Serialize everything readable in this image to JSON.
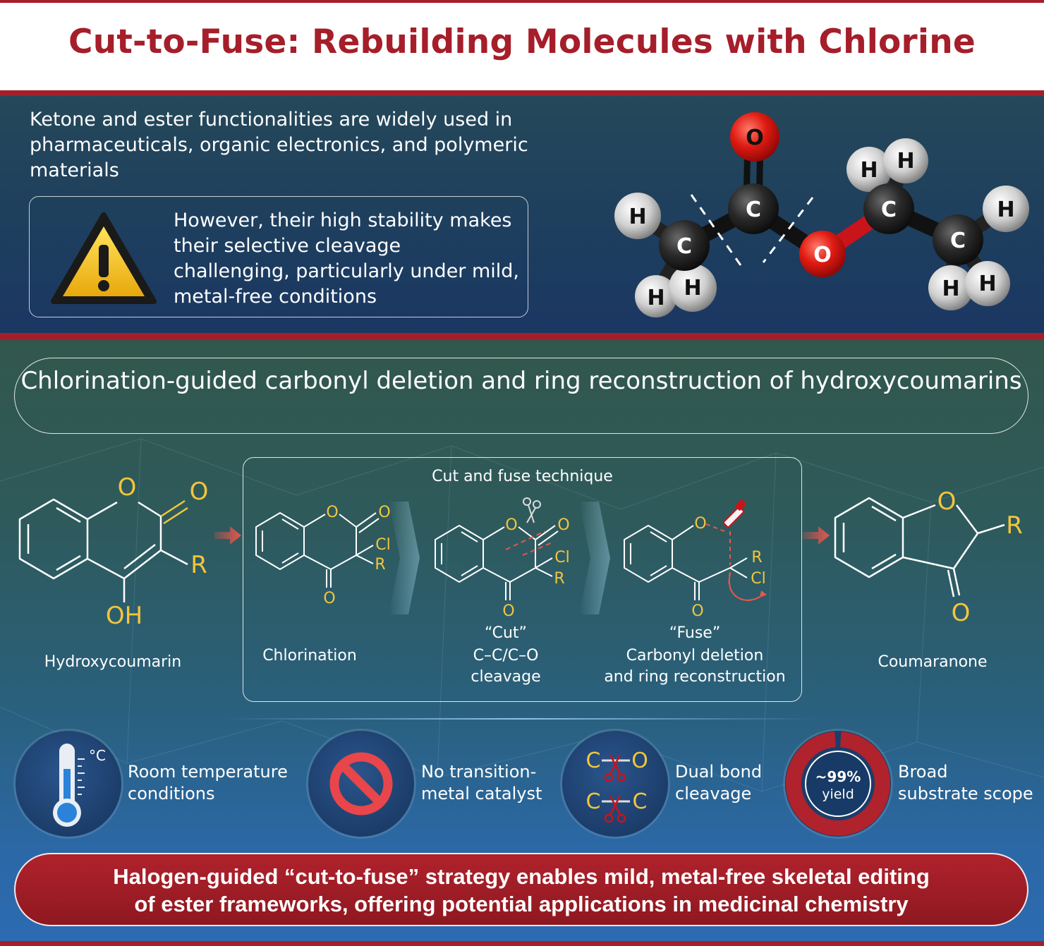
{
  "header": {
    "title": "Cut-to-Fuse: Rebuilding Molecules with Chlorine"
  },
  "intro": {
    "text": "Ketone and ester functionalities are widely used in pharmaceuticals, organic electronics, and polymeric materials",
    "warning": "However, their high stability makes their selective cleavage challenging, particularly under mild, metal-free conditions"
  },
  "molecule_labels": {
    "o": "O",
    "c": "C",
    "h": "H"
  },
  "section_title": "Chlorination-guided carbonyl deletion and ring reconstruction of hydroxycoumarins",
  "technique": {
    "title": "Cut and fuse technique",
    "step1": "Chlorination",
    "step2_quote": "“Cut”",
    "step2_line1": "C–C/C–O",
    "step2_line2": "cleavage",
    "step3_quote": "“Fuse”",
    "step3_line1": "Carbonyl deletion",
    "step3_line2": "and ring reconstruction"
  },
  "start_label": "Hydroxycoumarin",
  "end_label": "Coumaranone",
  "atom_labels": {
    "o": "O",
    "oh": "OH",
    "r": "R",
    "cl": "Cl"
  },
  "features": [
    {
      "line1": "Room temperature",
      "line2": "conditions",
      "icon": "thermometer-icon",
      "unit": "°C"
    },
    {
      "line1": "No transition-",
      "line2": "metal catalyst",
      "icon": "no-sign-icon"
    },
    {
      "line1": "Dual bond",
      "line2": "cleavage",
      "icon": "scissors-icon",
      "a": "C",
      "b": "O",
      "c": "C",
      "d": "C"
    },
    {
      "line1": "Broad",
      "line2": "substrate scope",
      "icon": "donut-icon",
      "value": "~99%",
      "sub": "yield",
      "fraction": 0.99
    }
  ],
  "conclusion": {
    "line1": "Halogen-guided “cut-to-fuse” strategy enables mild, metal-free skeletal editing",
    "line2": "of ester frameworks, offering potential applications in medicinal chemistry"
  },
  "colors": {
    "brand_red": "#a51e2a",
    "atom_yellow": "#f2c53d",
    "arrow_red": "#e8564d"
  }
}
